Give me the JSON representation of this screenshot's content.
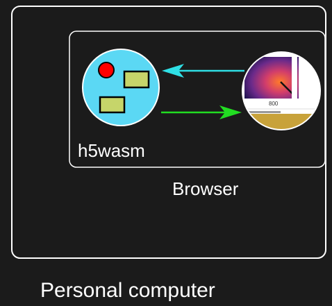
{
  "diagram": {
    "outer_label": "Personal computer",
    "browser_label": "Browser",
    "app_label": "h5wasm",
    "thumbnail_tick": "800",
    "colors": {
      "background": "#1b1b1b",
      "frame_stroke": "#ffffff",
      "app_circle": "#5bd8f4",
      "app_dot": "#ff0000",
      "app_box": "#c6d56a",
      "arrow_to_app": "#2fe0e6",
      "arrow_to_browser": "#22dd22",
      "thumb_plot_purple": "#4a2a7a",
      "thumb_plot_orange": "#f0a030",
      "thumb_bar": "#c8a23a"
    },
    "icons": [
      "app-node-icon",
      "browser-view-icon"
    ]
  }
}
